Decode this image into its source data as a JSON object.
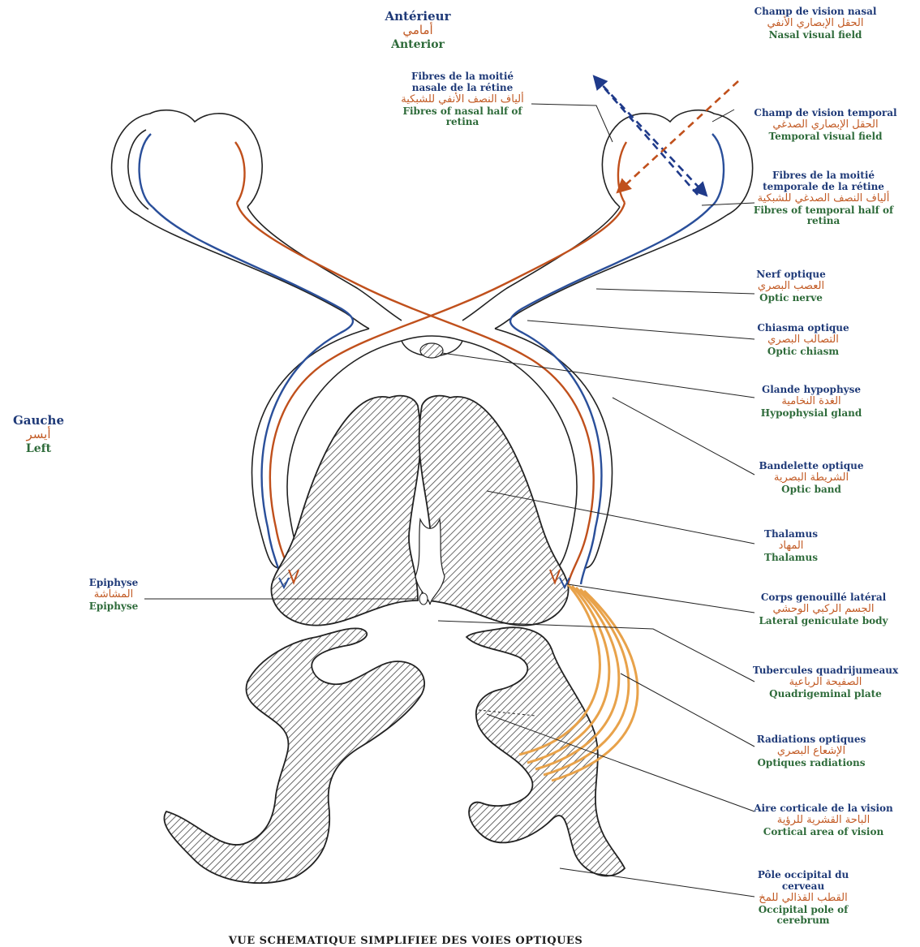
{
  "orientation": {
    "anterior": {
      "fr": "Antérieur",
      "ar": "أمامي",
      "en": "Anterior"
    },
    "left": {
      "fr": "Gauche",
      "ar": "أيسر",
      "en": "Left"
    }
  },
  "labels": {
    "nasal_field": {
      "fr": "Champ de vision nasal",
      "ar": "الحقل الإبصاري الأنفي",
      "en": "Nasal visual field"
    },
    "nasal_fibres": {
      "fr": "Fibres de la moitié nasale de la rétine",
      "ar": "ألياف النصف الأنفي للشبكية",
      "en": "Fibres of nasal half of retina"
    },
    "temporal_field": {
      "fr": "Champ de vision temporal",
      "ar": "الحقل الإبصاري الصدغي",
      "en": "Temporal visual field"
    },
    "temporal_fibres": {
      "fr": "Fibres de la moitié temporale de la rétine",
      "ar": "ألياف النصف الصدغي للشبكية",
      "en": "Fibres of temporal half of retina"
    },
    "optic_nerve": {
      "fr": "Nerf optique",
      "ar": "العصب البصري",
      "en": "Optic nerve"
    },
    "optic_chiasm": {
      "fr": "Chiasma optique",
      "ar": "التصالب البصري",
      "en": "Optic chiasm"
    },
    "hypophysis": {
      "fr": "Glande hypophyse",
      "ar": "الغدة النخامية",
      "en": "Hypophysial gland"
    },
    "optic_band": {
      "fr": "Bandelette optique",
      "ar": "الشريطة البصرية",
      "en": "Optic band"
    },
    "thalamus": {
      "fr": "Thalamus",
      "ar": "المهاد",
      "en": "Thalamus"
    },
    "lgb": {
      "fr": "Corps genouillé latéral",
      "ar": "الجسم الركبي الوحشي",
      "en": "Lateral geniculate body"
    },
    "quadrigeminal": {
      "fr": "Tubercules quadrijumeaux",
      "ar": "الصفيحة الرباعية",
      "en": "Quadrigeminal plate"
    },
    "radiations": {
      "fr": "Radiations optiques",
      "ar": "الإشعاع البصري",
      "en": "Optiques radiations"
    },
    "cortical_area": {
      "fr": "Aire corticale de la vision",
      "ar": "الباحة القشرية للرؤية",
      "en": "Cortical area of vision"
    },
    "occipital_pole": {
      "fr": "Pôle occipital du cerveau",
      "ar": "القطب القذالي للمخ",
      "en": "Occipital pole of cerebrum"
    },
    "epiphyse": {
      "fr": "Epiphyse",
      "ar": "المشاشة",
      "en": "Epiphyse"
    }
  },
  "caption": "VUE SCHEMATIQUE SIMPLIFIEE DES VOIES OPTIQUES",
  "colors": {
    "blue_fibre": "#2a4f9a",
    "orange_fibre": "#c0501c",
    "radiation": "#e8a24a",
    "outline": "#222222",
    "hatch": "#444444"
  }
}
